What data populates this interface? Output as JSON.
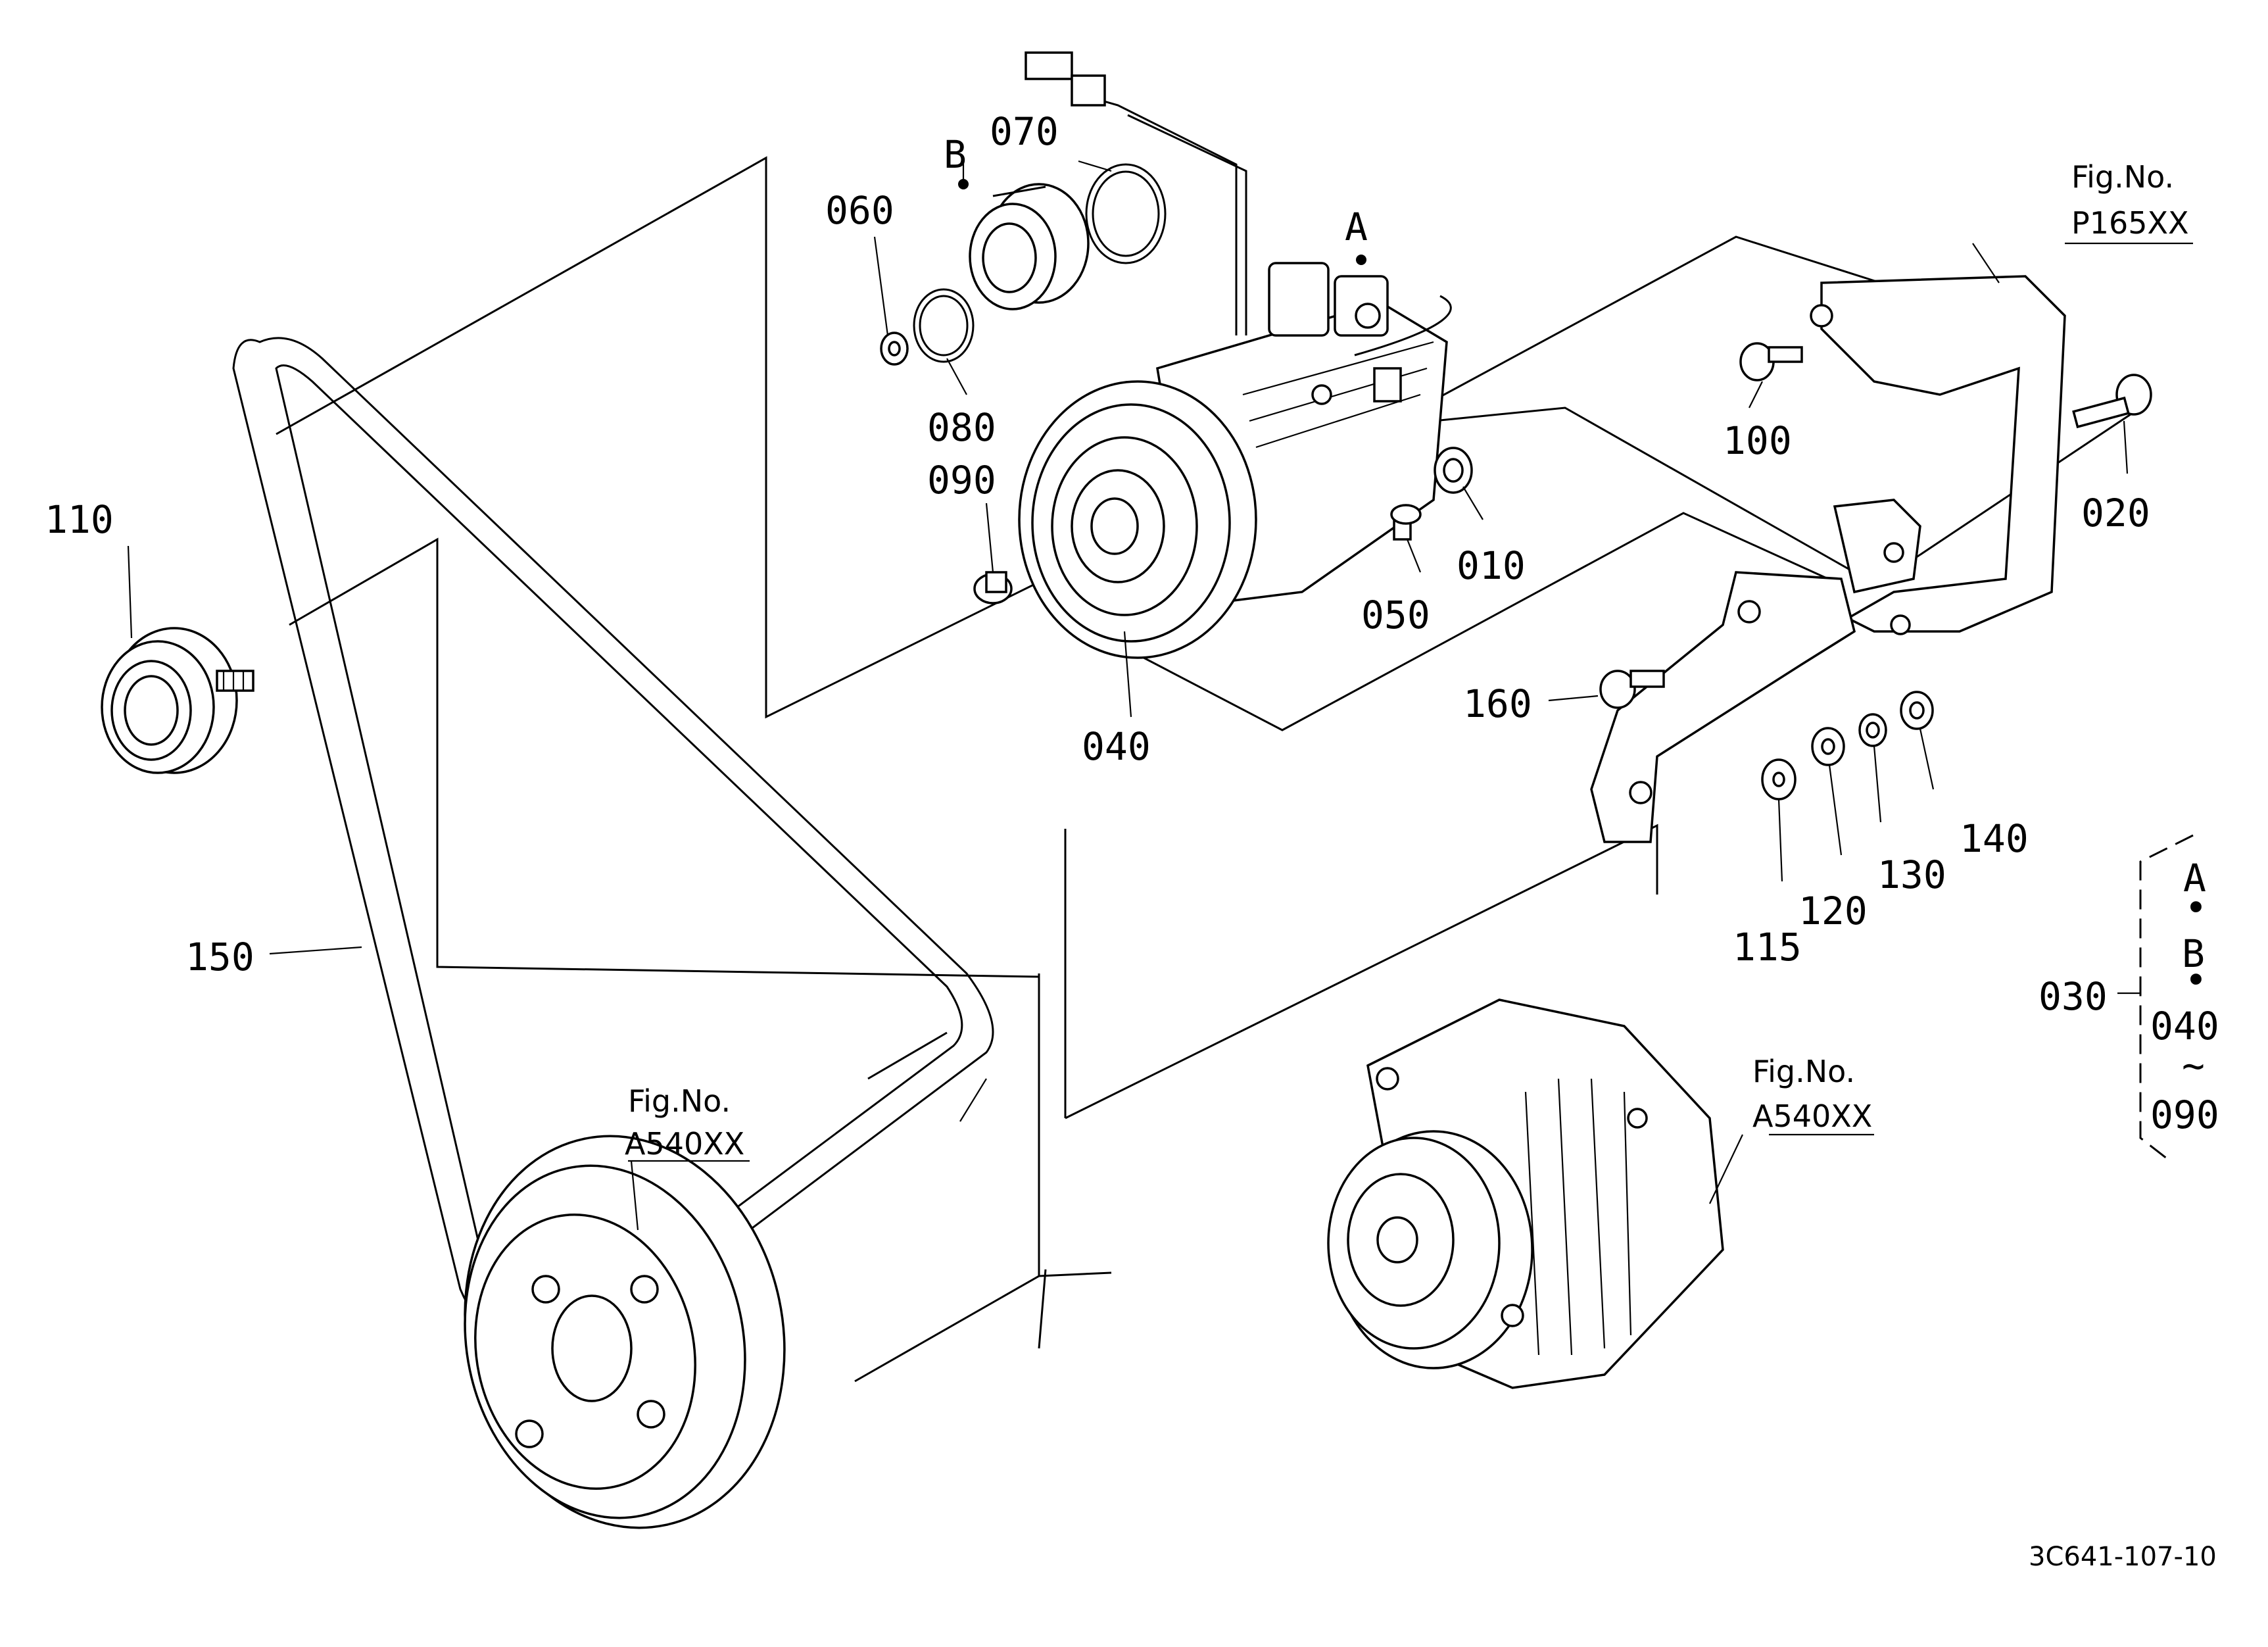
{
  "callouts": {
    "p010": "010",
    "p020": "020",
    "p030": "030",
    "p040": "040",
    "p050": "050",
    "p060": "060",
    "p070": "070",
    "p080": "080",
    "p090": "090",
    "p100": "100",
    "p110": "110",
    "p115": "115",
    "p120": "120",
    "p130": "130",
    "p140": "140",
    "p150": "150",
    "p160": "160"
  },
  "markers": {
    "a": "A",
    "b": "B"
  },
  "figrefs": {
    "top_right": {
      "label": "Fig.No.",
      "code": "P165XX"
    },
    "alternator": {
      "label": "Fig.No.",
      "code": "A540XX"
    },
    "crank": {
      "label": "Fig.No.",
      "code": "A540XX"
    }
  },
  "assembly_note": {
    "a": "A",
    "dot1": "•",
    "b": "B",
    "dot2": "•",
    "from": "040",
    "tilde": "~",
    "to": "090"
  },
  "drawing_code": "3C641-107-10"
}
